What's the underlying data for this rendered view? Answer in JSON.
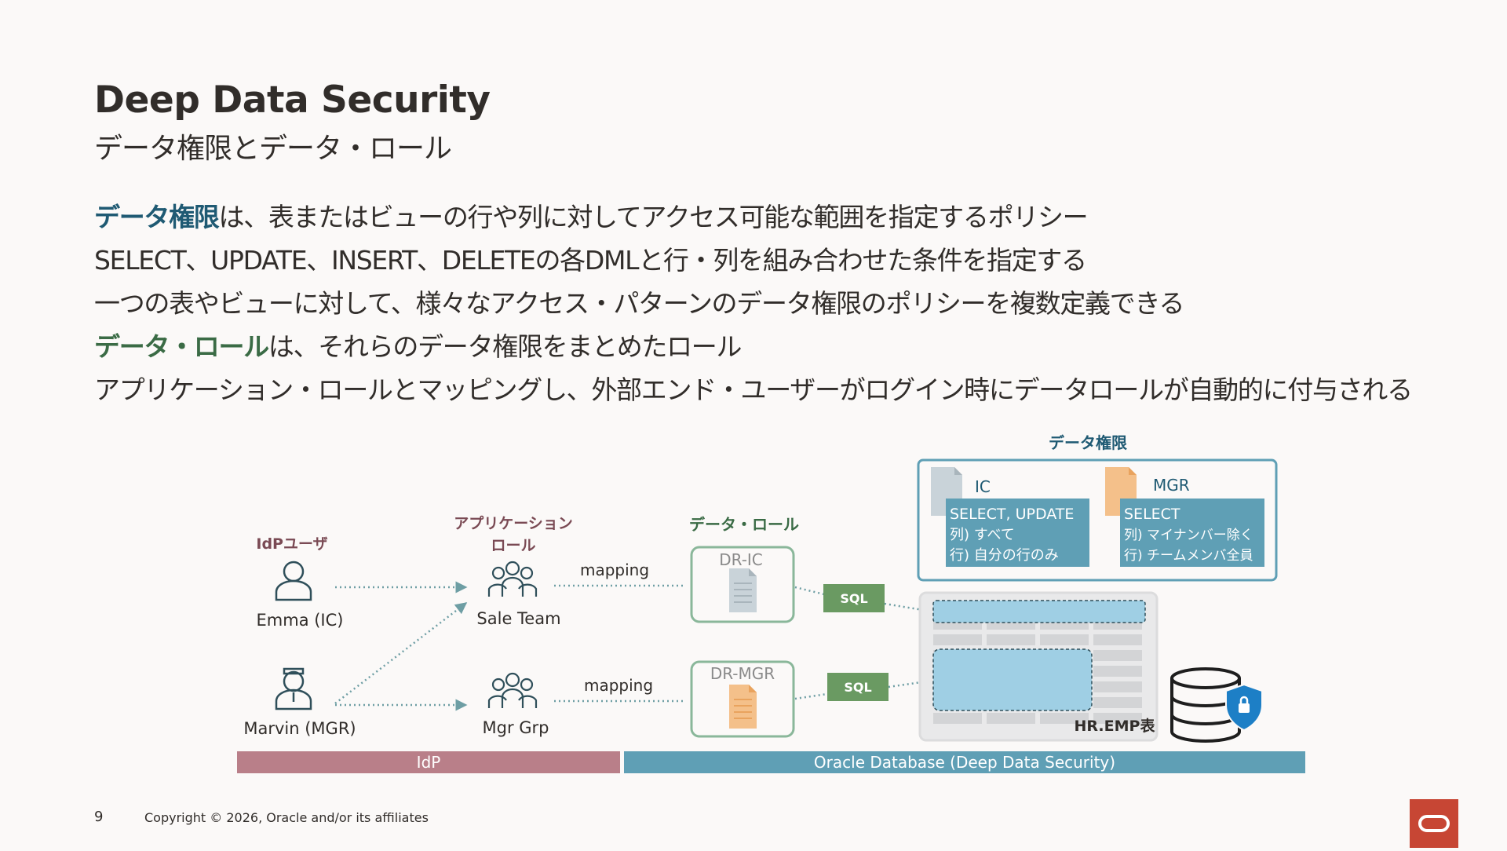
{
  "slide": {
    "title": "Deep Data Security",
    "subtitle": "データ権限とデータ・ロール",
    "bullets": [
      {
        "highlight": "データ権限",
        "text": "は、表またはビューの行や列に対してアクセス可能な範囲を指定するポリシー"
      },
      {
        "text": "SELECT、UPDATE、INSERT、DELETEの各DMLと行・列を組み合わせた条件を指定する"
      },
      {
        "text": "一つの表やビューに対して、様々なアクセス・パターンのデータ権限のポリシーを複数定義できる"
      },
      {
        "highlight": "データ・ロール",
        "text": "は、それらのデータ権限をまとめたロール"
      },
      {
        "text": "アプリケーション・ロールとマッピングし、外部エンド・ユーザーがログイン時にデータロールが自動的に付与される"
      }
    ]
  },
  "diagram": {
    "idp_user_heading": "IdPユーザ",
    "app_role_heading_line1": "アプリケーション",
    "app_role_heading_line2": "ロール",
    "data_role_heading": "データ・ロール",
    "data_priv_heading": "データ権限",
    "users": [
      "Emma (IC)",
      "Marvin (MGR)"
    ],
    "app_roles": [
      "Sale Team",
      "Mgr Grp"
    ],
    "mapping_label": "mapping",
    "data_roles": [
      "DR-IC",
      "DR-MGR"
    ],
    "sql_label": "SQL",
    "privileges": [
      {
        "name": "IC",
        "lines": [
          "SELECT, UPDATE",
          "列) すべて",
          "行) 自分の行のみ"
        ]
      },
      {
        "name": "MGR",
        "lines": [
          "SELECT",
          "列) マイナンバー除く",
          "行) チームメンバ全員"
        ]
      }
    ],
    "table_label": "HR.EMP表",
    "band_idp": "IdP",
    "band_db": "Oracle Database (Deep Data Security)"
  },
  "footer": {
    "page_number": "9",
    "copyright": "Copyright © 2026, Oracle and/or its affiliates"
  },
  "colors": {
    "data_priv_blue": "#1f5a73",
    "data_role_green": "#3a6b45",
    "band_idp": "#b97f89",
    "band_db": "#5f9fb5",
    "oracle_red": "#c74634"
  }
}
